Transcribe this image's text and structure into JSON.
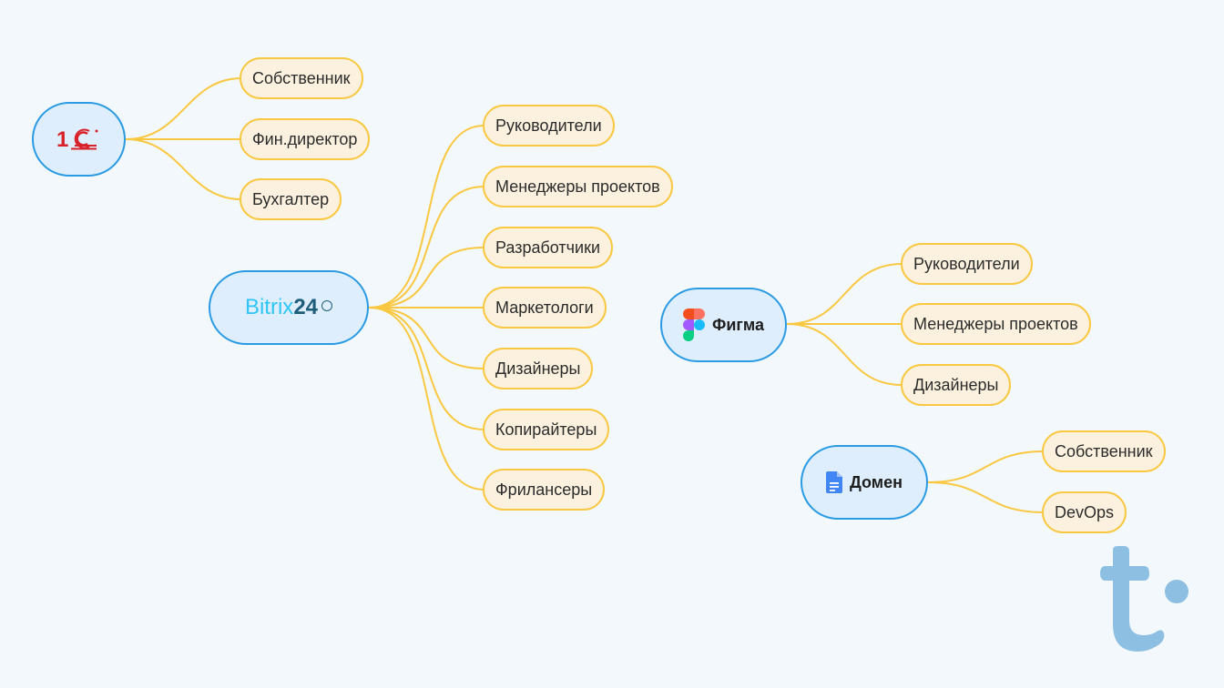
{
  "colors": {
    "background": "#f3f8fd",
    "root_fill": "#deeefc",
    "root_border": "#2a9be3",
    "leaf_fill": "#fbf1de",
    "leaf_border": "#f9c840",
    "connector": "#f9c840",
    "logo": "#8dbfe2"
  },
  "groups": [
    {
      "id": "1c",
      "logo": "1c-logo",
      "label": "1С",
      "children": [
        "Собственник",
        "Фин.директор",
        "Бухгалтер"
      ]
    },
    {
      "id": "bitrix",
      "logo": "bitrix24-logo",
      "label_parts": [
        "Bitrix",
        "24"
      ],
      "children": [
        "Руководители",
        "Менеджеры проектов",
        "Разработчики",
        "Маркетологи",
        "Дизайнеры",
        "Копирайтеры",
        "Фрилансеры"
      ]
    },
    {
      "id": "figma",
      "logo": "figma-icon",
      "label": "Фигма",
      "children": [
        "Руководители",
        "Менеджеры проектов",
        "Дизайнеры"
      ]
    },
    {
      "id": "domain",
      "logo": "document-icon",
      "label": "Домен",
      "children": [
        "Собственник",
        "DevOps"
      ]
    }
  ],
  "brand_logo": "t-logo"
}
